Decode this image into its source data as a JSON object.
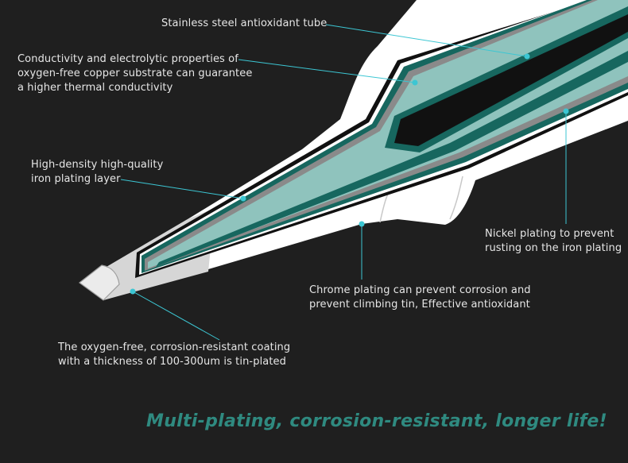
{
  "labels": {
    "stainless": "Stainless steel antioxidant tube",
    "copper": "Conductivity and electrolytic properties of\noxygen-free copper substrate can guarantee\na higher thermal conductivity",
    "iron": "High-density high-quality\niron plating layer",
    "nickel": "Nickel plating to prevent\nrusting on the iron plating",
    "chrome": "Chrome plating can prevent corrosion and\nprevent climbing tin, Effective antioxidant",
    "tin": "The oxygen-free, corrosion-resistant coating\nwith a thickness of 100-300um is tin-plated"
  },
  "tagline": "Multi-plating, corrosion-resistant, longer life!",
  "colors": {
    "background": "#1f1f1f",
    "outer_shell": "#ffffff",
    "tip_gray": "#d6d6d6",
    "dark_green": "#17675f",
    "steel_gray": "#8a8a8a",
    "copper_core": "#8fc3bd",
    "leader_line": "#3cc6d3",
    "tagline": "#2f8a80"
  }
}
